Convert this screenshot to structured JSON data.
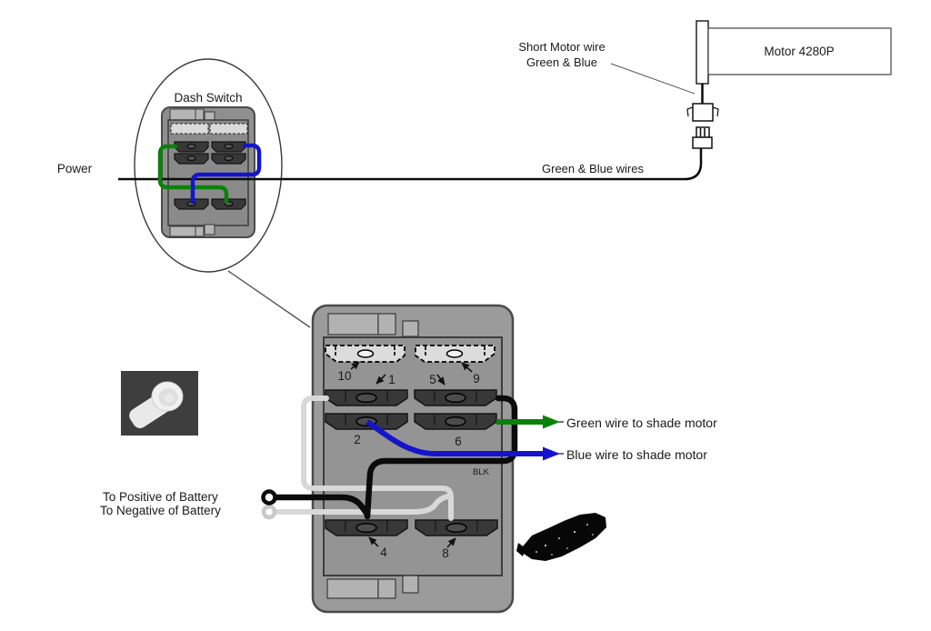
{
  "colors": {
    "green_wire": "#0a820a",
    "blue_wire": "#1414cc",
    "black_wire": "#0b0b0b",
    "white_wire": "#d8d8d8",
    "switch_body": "#9b9b9b",
    "terminal_dark": "#383838"
  },
  "motor": {
    "label": "Motor 4280P"
  },
  "annotations": {
    "power": "Power",
    "dash_switch": "Dash Switch",
    "short_motor_wire_1": "Short Motor wire",
    "short_motor_wire_2": "Green & Blue",
    "green_blue_wires": "Green & Blue wires",
    "green_to_motor": "Green wire to shade motor",
    "blue_to_motor": "Blue wire to shade motor",
    "battery_positive": "To Positive of Battery",
    "battery_negative": "To Negative of Battery"
  },
  "big_switch": {
    "blk": "BLK",
    "terminals": {
      "n1": "1",
      "n2": "2",
      "n4": "4",
      "n5": "5",
      "n6": "6",
      "n8": "8",
      "n9": "9",
      "n10": "10"
    }
  }
}
